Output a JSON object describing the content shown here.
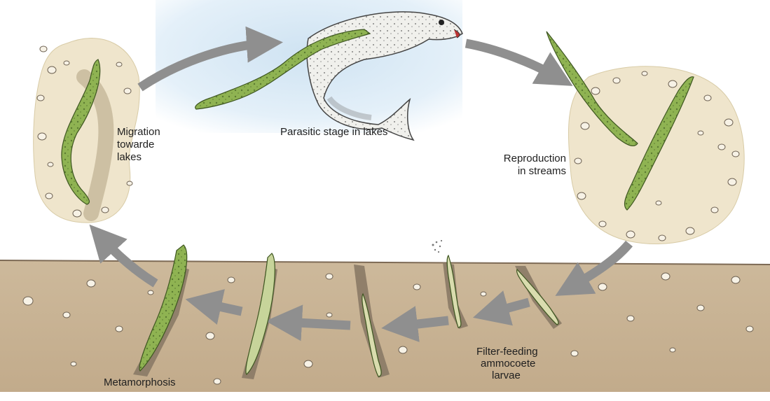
{
  "labels": {
    "migration": [
      "Migration",
      "towarde",
      "lakes"
    ],
    "parasitic": "Parasitic stage in lakes",
    "reproduction": [
      "Reproduction",
      "in streams"
    ],
    "filter_feeding": [
      "Filter-feeding",
      "ammocoete",
      "larvae"
    ],
    "metamorphosis": "Metamorphosis"
  },
  "colors": {
    "sky": "#cfe3f2",
    "sand": "#efe5cc",
    "soil": "#c9b497",
    "lamprey": "#8fb352",
    "arrow": "#8f8f8f"
  }
}
